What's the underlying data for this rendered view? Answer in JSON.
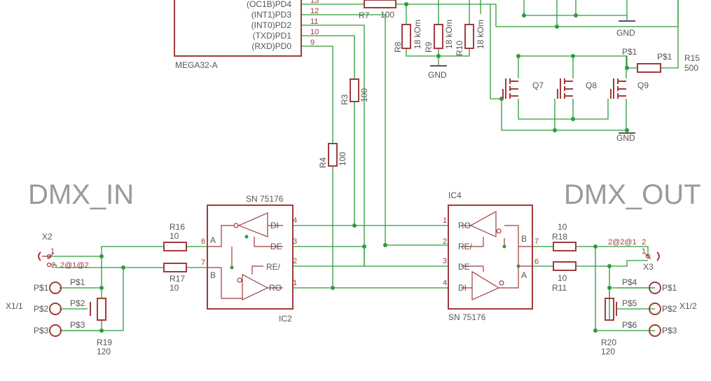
{
  "mcu": {
    "name": "MEGA32-A",
    "pins": [
      {
        "label": "(OC1B)PD4",
        "num": "13"
      },
      {
        "label": "(INT1)PD3",
        "num": "12"
      },
      {
        "label": "(INT0)PD2",
        "num": "11"
      },
      {
        "label": "(TXD)PD1",
        "num": "10"
      },
      {
        "label": "(RXD)PD0",
        "num": "9"
      }
    ]
  },
  "titles": {
    "left": "DMX_IN",
    "right": "DMX_OUT"
  },
  "ic2": {
    "part": "SN 75176",
    "name": "IC2",
    "pins": [
      {
        "name": "DI",
        "num": "4"
      },
      {
        "name": "DE",
        "num": "3"
      },
      {
        "name": "RE/",
        "num": "2"
      },
      {
        "name": "RO",
        "num": "1"
      },
      {
        "name": "A",
        "num": "6"
      },
      {
        "name": "B",
        "num": "7"
      }
    ]
  },
  "ic4": {
    "part": "SN 75176",
    "name": "IC4",
    "pins": [
      {
        "name": "RO",
        "num": "1"
      },
      {
        "name": "RE/",
        "num": "2"
      },
      {
        "name": "DE",
        "num": "3"
      },
      {
        "name": "DI",
        "num": "4"
      },
      {
        "name": "B",
        "num": "7"
      },
      {
        "name": "A",
        "num": "6"
      }
    ]
  },
  "resistors": {
    "R7": {
      "name": "R7",
      "value": "100"
    },
    "R8": {
      "name": "R8",
      "value": "18 kOm"
    },
    "R9": {
      "name": "R9",
      "value": "18 kOm"
    },
    "R10": {
      "name": "R10",
      "value": "18 kOm"
    },
    "R3": {
      "name": "R3",
      "value": "100"
    },
    "R4": {
      "name": "R4",
      "value": "100"
    },
    "R15": {
      "name": "R15",
      "value": "500"
    },
    "R16": {
      "name": "R16",
      "value": "10"
    },
    "R17": {
      "name": "R17",
      "value": "10"
    },
    "R18": {
      "name": "R18",
      "value": "10"
    },
    "R11": {
      "name": "R11",
      "value": "10"
    },
    "R19": {
      "name": "R19",
      "value": "120"
    },
    "R20": {
      "name": "R20",
      "value": "120"
    }
  },
  "transistors": [
    "Q7",
    "Q8",
    "Q9"
  ],
  "gnd_label": "GND",
  "power_label": "P$1",
  "x2": {
    "name": "X2",
    "pin1": "1",
    "pin2": "2",
    "pin2b": "2@1@2"
  },
  "x3": {
    "name": "X3",
    "pin1": "1",
    "pin2": "2",
    "pin2b": "2@2@1"
  },
  "x1_1": {
    "name": "X1/1",
    "pins": [
      "P$1",
      "P$2",
      "P$3"
    ]
  },
  "x1_2": {
    "name": "X1/2",
    "pins": [
      "P$1",
      "P$2",
      "P$3"
    ],
    "nets": [
      "P$4",
      "P$5",
      "P$6"
    ]
  }
}
